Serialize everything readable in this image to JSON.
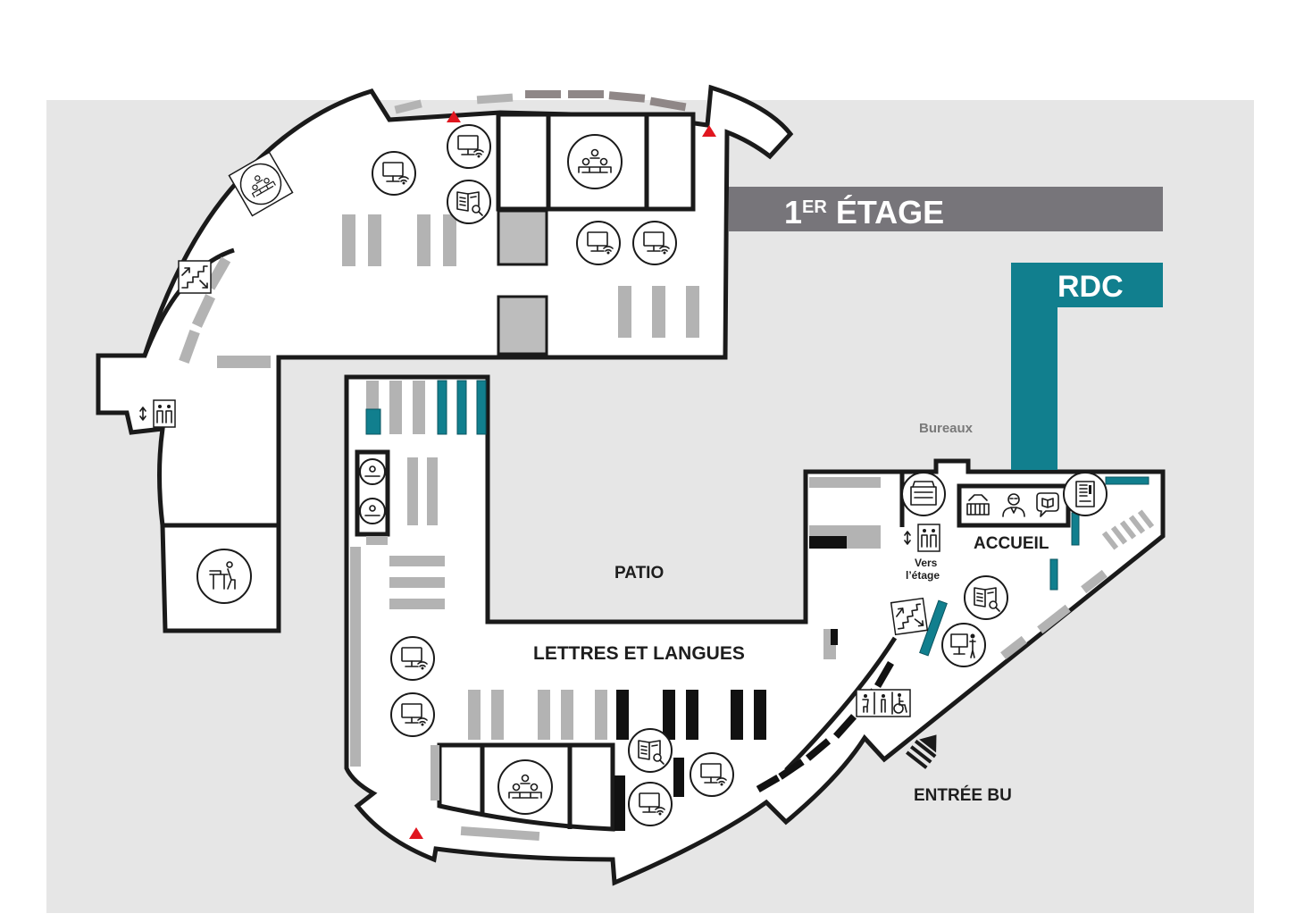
{
  "floors": {
    "upper": {
      "label": "1ER ÉTAGE",
      "label_main": "1",
      "label_sup": "ER",
      "label_rest": " ÉTAGE",
      "color": "#77757a"
    },
    "ground": {
      "label": "RDC",
      "color": "#117f8e"
    }
  },
  "zones": {
    "patio": "PATIO",
    "lettres": "LETTRES ET LANGUES",
    "accueil": "ACCUEIL",
    "bureaux": "Bureaux",
    "vers_etage_line1": "Vers",
    "vers_etage_line2": "l’étage",
    "entree": "ENTRÉE BU"
  },
  "colors": {
    "background": "#e6e6e6",
    "walls": "#1a1a1a",
    "shelves": "#b3b3b3",
    "accent_teal": "#117f8e",
    "emergency_marker": "#e0161f"
  },
  "icons": [
    "group-work-room-icon",
    "computer-wifi-icon",
    "catalogue-search-icon",
    "staircase-icon",
    "elevator-icon",
    "study-desk-icon",
    "photocopier-icon",
    "library-building-icon",
    "librarian-icon",
    "help-chat-icon",
    "vending-machine-icon",
    "presentation-icon",
    "toilets-icon",
    "entrance-arrow-icon",
    "emergency-marker-icon"
  ]
}
